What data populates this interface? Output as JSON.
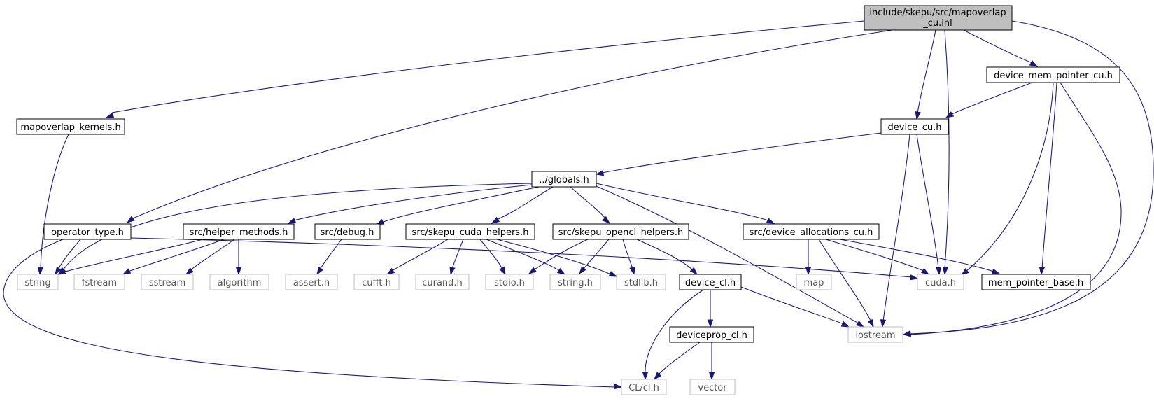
{
  "graph": {
    "title_line1": "include/skepu/src/mapoverlap",
    "title_line2": "_cu.inl",
    "nodes": {
      "mapoverlap_kernels": "mapoverlap_kernels.h",
      "operator_type": "operator_type.h",
      "globals": "../globals.h",
      "device_cu": "device_cu.h",
      "device_mem_pointer_cu": "device_mem_pointer_cu.h",
      "helper_methods": "src/helper_methods.h",
      "debug": "src/debug.h",
      "skepu_cuda_helpers": "src/skepu_cuda_helpers.h",
      "skepu_opencl_helpers": "src/skepu_opencl_helpers.h",
      "device_allocations_cu": "src/device_allocations_cu.h",
      "device_cl": "device_cl.h",
      "deviceprop_cl": "deviceprop_cl.h",
      "mem_pointer_base": "mem_pointer_base.h",
      "string": "string",
      "fstream": "fstream",
      "sstream": "sstream",
      "algorithm": "algorithm",
      "assert": "assert.h",
      "cufft": "cufft.h",
      "curand": "curand.h",
      "stdio": "stdio.h",
      "string_h": "string.h",
      "stdlib": "stdlib.h",
      "map": "map",
      "cuda": "cuda.h",
      "iostream": "iostream",
      "cl": "CL/cl.h",
      "vector": "vector"
    }
  }
}
